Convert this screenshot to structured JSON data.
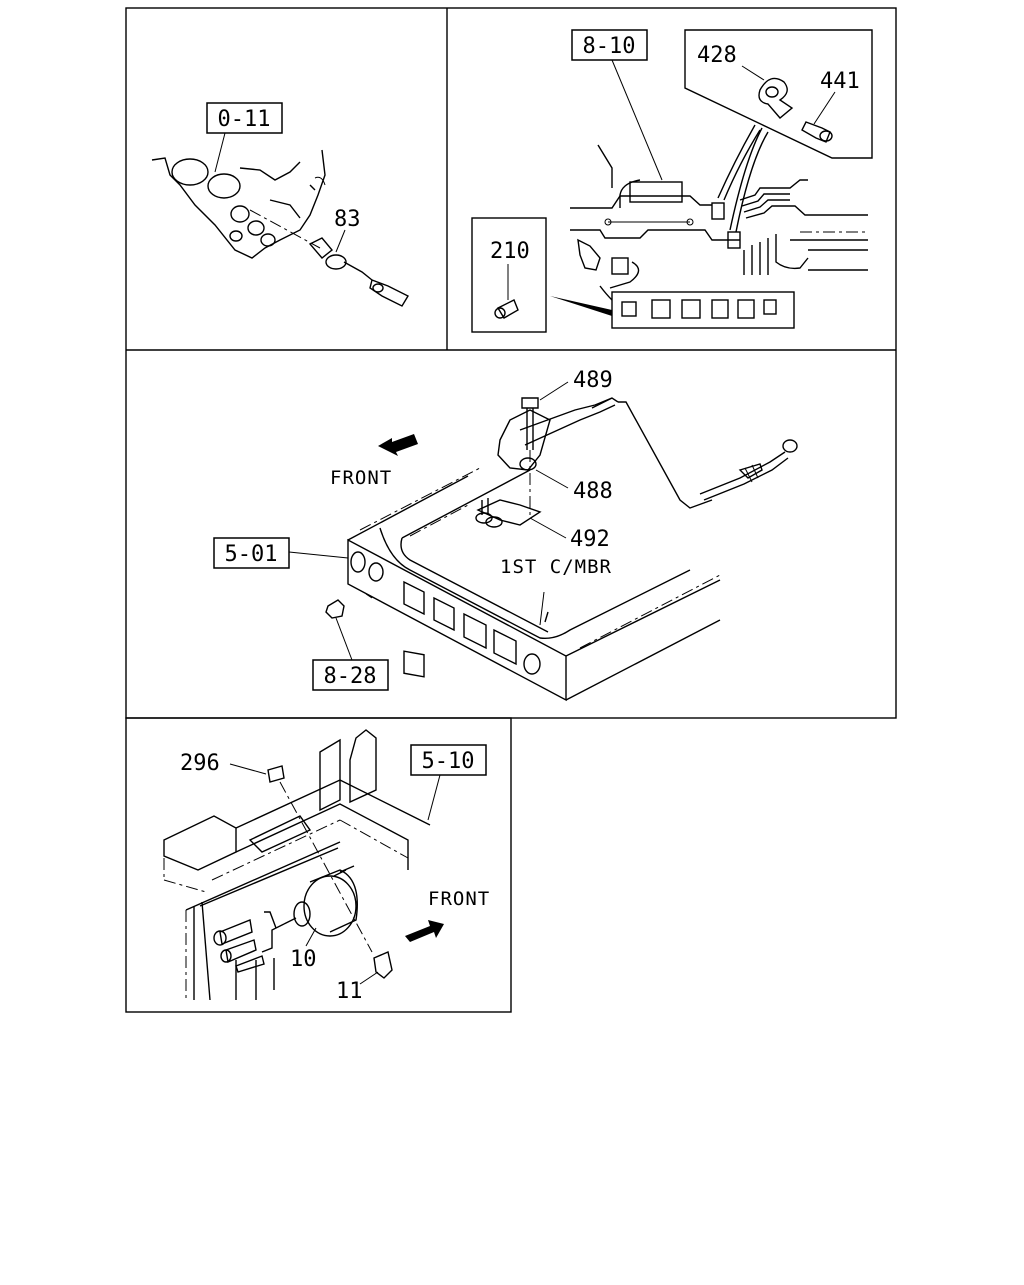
{
  "panels": {
    "top_left": {
      "ref": "0-11",
      "parts": [
        "83"
      ]
    },
    "top_right": {
      "ref": "8-10",
      "inset_parts": [
        "428",
        "441"
      ],
      "inset2_parts": [
        "210"
      ]
    },
    "middle": {
      "refs": [
        "5-01",
        "8-28"
      ],
      "parts": [
        "489",
        "488",
        "492"
      ],
      "front_label": "FRONT",
      "member_label": "1ST C/MBR"
    },
    "bottom": {
      "ref": "5-10",
      "parts": [
        "296",
        "10",
        "11"
      ],
      "front_label": "FRONT"
    }
  }
}
